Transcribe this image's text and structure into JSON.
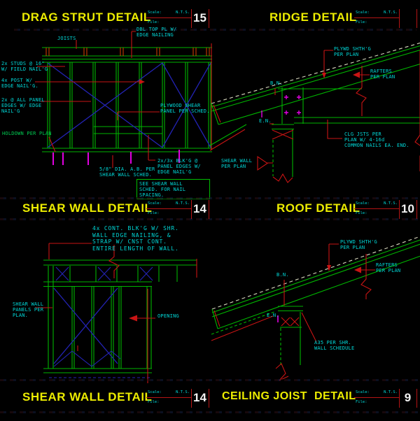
{
  "colors": {
    "background": "#000000",
    "title_yellow": "#ecec00",
    "label_cyan": "#00d7d7",
    "label_green": "#00c850",
    "line_green": "#00b400",
    "line_red": "#c81414",
    "line_blue": "#2323b4",
    "line_magenta": "#e100e1",
    "line_white_dash": "#d8d8be",
    "number_white": "#f2f2f2"
  },
  "title_bar": {
    "scale_label": "Scale:",
    "scale_value": "N.T.S.",
    "file_label": "File:"
  },
  "titles": {
    "top_left": {
      "text": "DRAG STRUT DETAIL",
      "number": "15"
    },
    "top_right": {
      "text": "RIDGE DETAIL",
      "number": ""
    },
    "mid_left": {
      "text": "SHEAR WALL DETAIL",
      "number": "14"
    },
    "mid_right": {
      "text": "ROOF DETAIL",
      "number": "10"
    },
    "bottom_left": {
      "text": "SHEAR WALL DETAIL",
      "number": "14"
    },
    "bottom_right": {
      "text": "CEILING JOIST  DETAIL",
      "number": "9"
    }
  },
  "top_left_drawing": {
    "labels": {
      "joists": "JOISTS",
      "dbl_top_plate": "DBL TOP PL W/\nEDGE NAILING",
      "studs": "2x STUDS @ 16\"\nW/ FIELD NAIL'G",
      "post": "4x POST W/\nEDGE NAIL'G.",
      "panel_edges": "2x @ ALL PANEL\nEDGES W/ EDGE\nNAIL'G",
      "holdown": "HOLDOWN PER PLAN",
      "plywood_panel": "PLYWOOD SHEAR\nPANEL PER SCHED.",
      "anchor_bolt": "5/8\" DIA. A.B. PER\nSHEAR WALL SCHED.",
      "blocking": "2x/3x BLK'G @\nPANEL EDGES W/\nEDGE NAIL'G",
      "note": "SEE SHEAR WALL\nSCHED. FOR NAIL\nSPACING."
    }
  },
  "top_right_drawing": {
    "labels": {
      "plywood_sheathing": "PLYWD SHTH'G\nPER PLAN",
      "rafters": "RAFTERS\nPER PLAN",
      "boundary_nailing": "B.N.",
      "edge_nailing": "E.N.",
      "ceiling_joists": "CLG JSTS PER\nPLAN W/ 4-16d\nCOMMON NAILS EA. END.",
      "shear_wall": "SHEAR WALL\nPER PLAN"
    }
  },
  "bottom_left_drawing": {
    "labels": {
      "cont_blocking": "4x CONT. BLK'G W/ SHR.\nWALL EDGE NAILING, &\nSTRAP W/ CNST CONT.\nENTIRE LENGTH OF WALL.",
      "shear_panels": "SHEAR WALL\nPANELS PER\nPLAN.",
      "opening": "OPENING"
    }
  },
  "bottom_right_drawing": {
    "labels": {
      "plywood_sheathing": "PLYWD SHTH'G\nPER PLAN",
      "rafters": "RAFTERS\nPER PLAN",
      "boundary_nailing": "B.N.",
      "edge_nailing": "E.N.",
      "a35_clip": "A35 PER SHR.\nWALL SCHEDULE"
    }
  }
}
